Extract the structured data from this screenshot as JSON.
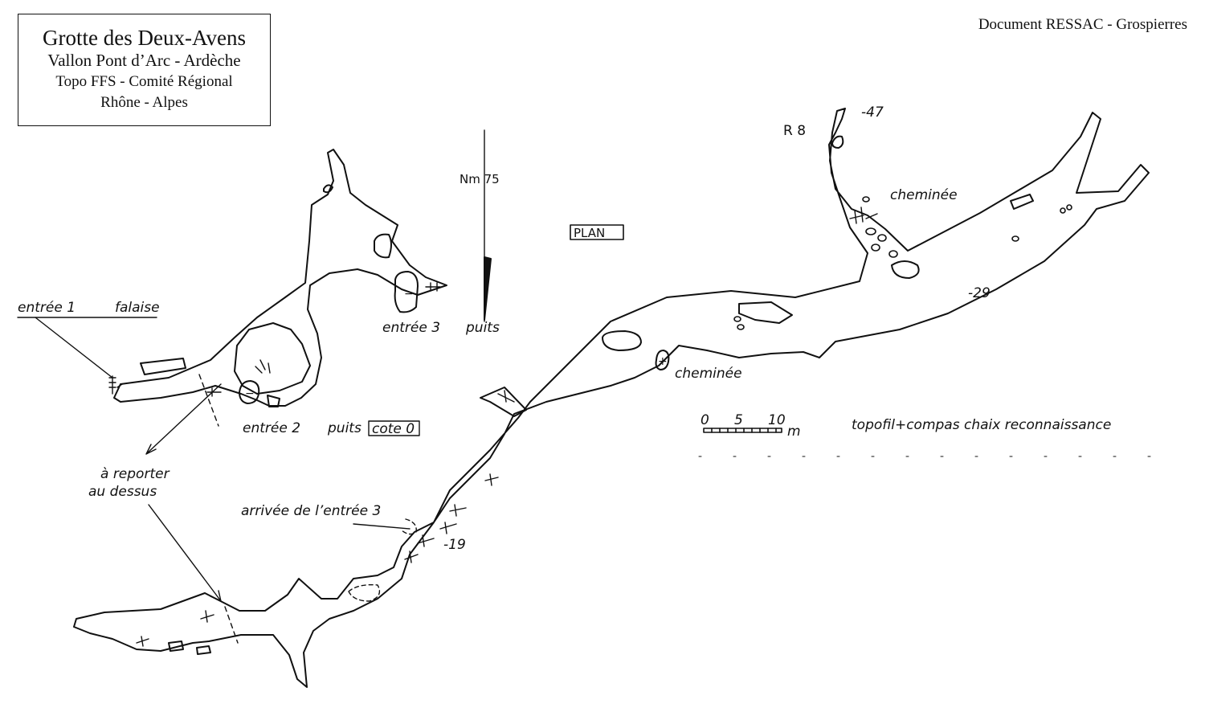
{
  "title": {
    "name": "Grotte des Deux-Avens",
    "location": "Vallon Pont d’Arc - Ardèche",
    "survey": "Topo FFS - Comité Régional",
    "region": "Rhône - Alpes"
  },
  "credit": "Document RESSAC - Grospierres",
  "north": {
    "label": "Nm 75"
  },
  "plan_label": "PLAN",
  "labels": {
    "entree1": "entrée 1",
    "falaise": "falaise",
    "entree2": "entrée 2",
    "puits2": "puits",
    "cote0": "cote 0",
    "entree3": "entrée 3",
    "puits3": "puits",
    "reporter1": "à reporter",
    "reporter2": "au dessus",
    "arrivee": "arrivée de l’entrée 3",
    "cheminee1": "cheminée",
    "cheminee2": "cheminée",
    "r8": "R 8"
  },
  "depths": {
    "d47": "-47",
    "d29": "-29",
    "d19": "-19"
  },
  "scale": {
    "ticks": [
      "0",
      "5",
      "10"
    ],
    "unit": "m"
  },
  "method": "topofil+compas chaix reconnaissance"
}
